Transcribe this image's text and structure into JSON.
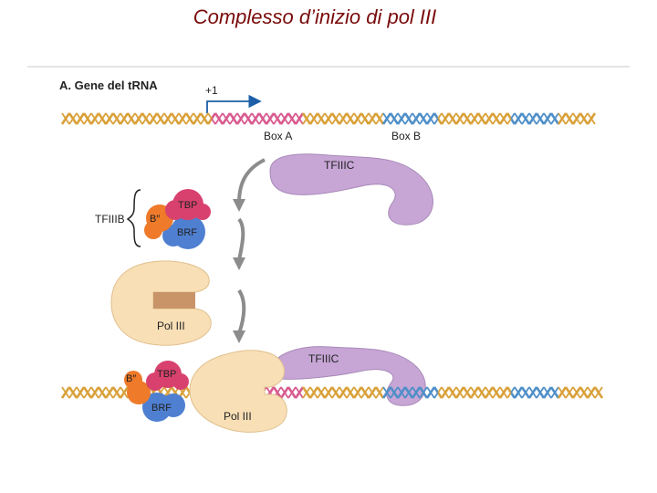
{
  "slide": {
    "title": "Complesso d’inizio di pol III"
  },
  "figure": {
    "panel_label": "A.  Gene del tRNA",
    "start_site": "+1",
    "box_a": "Box A",
    "box_b": "Box B",
    "tfiiic": "TFIIIC",
    "tfiiib": "TFIIIB",
    "tbp": "TBP",
    "b_double_prime": "B″",
    "brf": "BRF",
    "pol_iii": "Pol III",
    "colors": {
      "dna_yellow": "#d9a13a",
      "dna_pink": "#d85b8f",
      "dna_blue": "#4f8fc8",
      "tfiiic": "#c7a6d6",
      "tbp": "#d8416e",
      "b_double_prime": "#ee7a2a",
      "brf": "#4f7fd0",
      "pol_iii": "#f8dfb6",
      "arrow": "#8c8c8c",
      "title": "#7a0a0a"
    }
  }
}
